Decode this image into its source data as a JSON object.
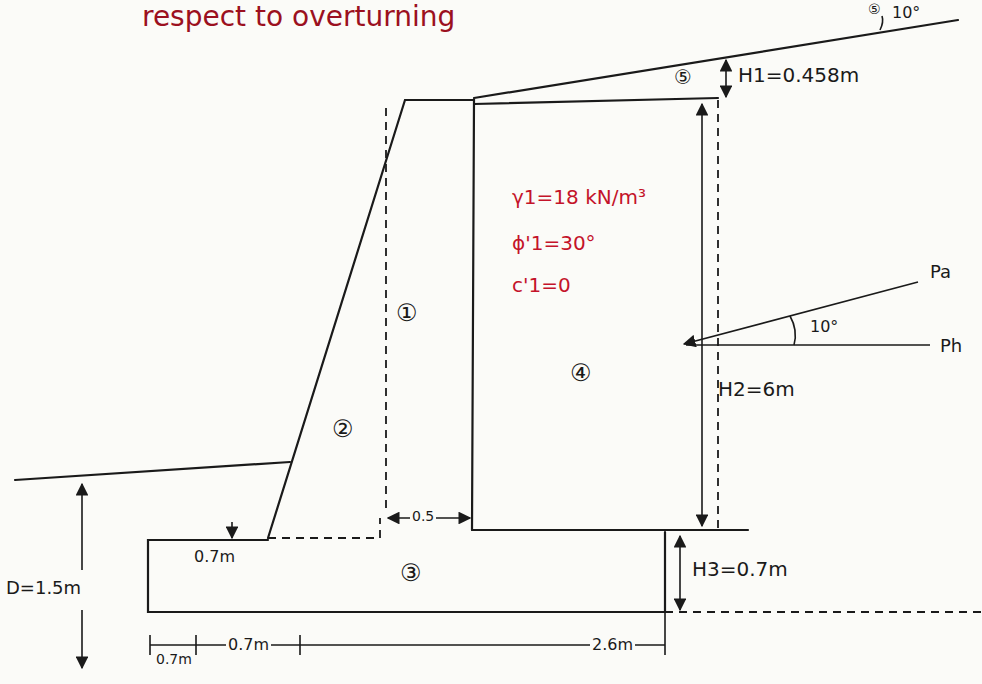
{
  "diagram": {
    "labels": [
      "respect to overturning",
      "10°",
      "⑤",
      "⑤",
      "H1=0.458m",
      "γ1=18 kN/m³",
      "ϕ'1=30°",
      "c'1=0",
      "①",
      "②",
      "④",
      "③",
      "Pa",
      "10°",
      "Ph",
      "H2=6m",
      "H3=0.7m",
      "D=1.5m",
      "0.7m",
      "0.5",
      "0.7m",
      "0.7m",
      "2.6m"
    ]
  }
}
